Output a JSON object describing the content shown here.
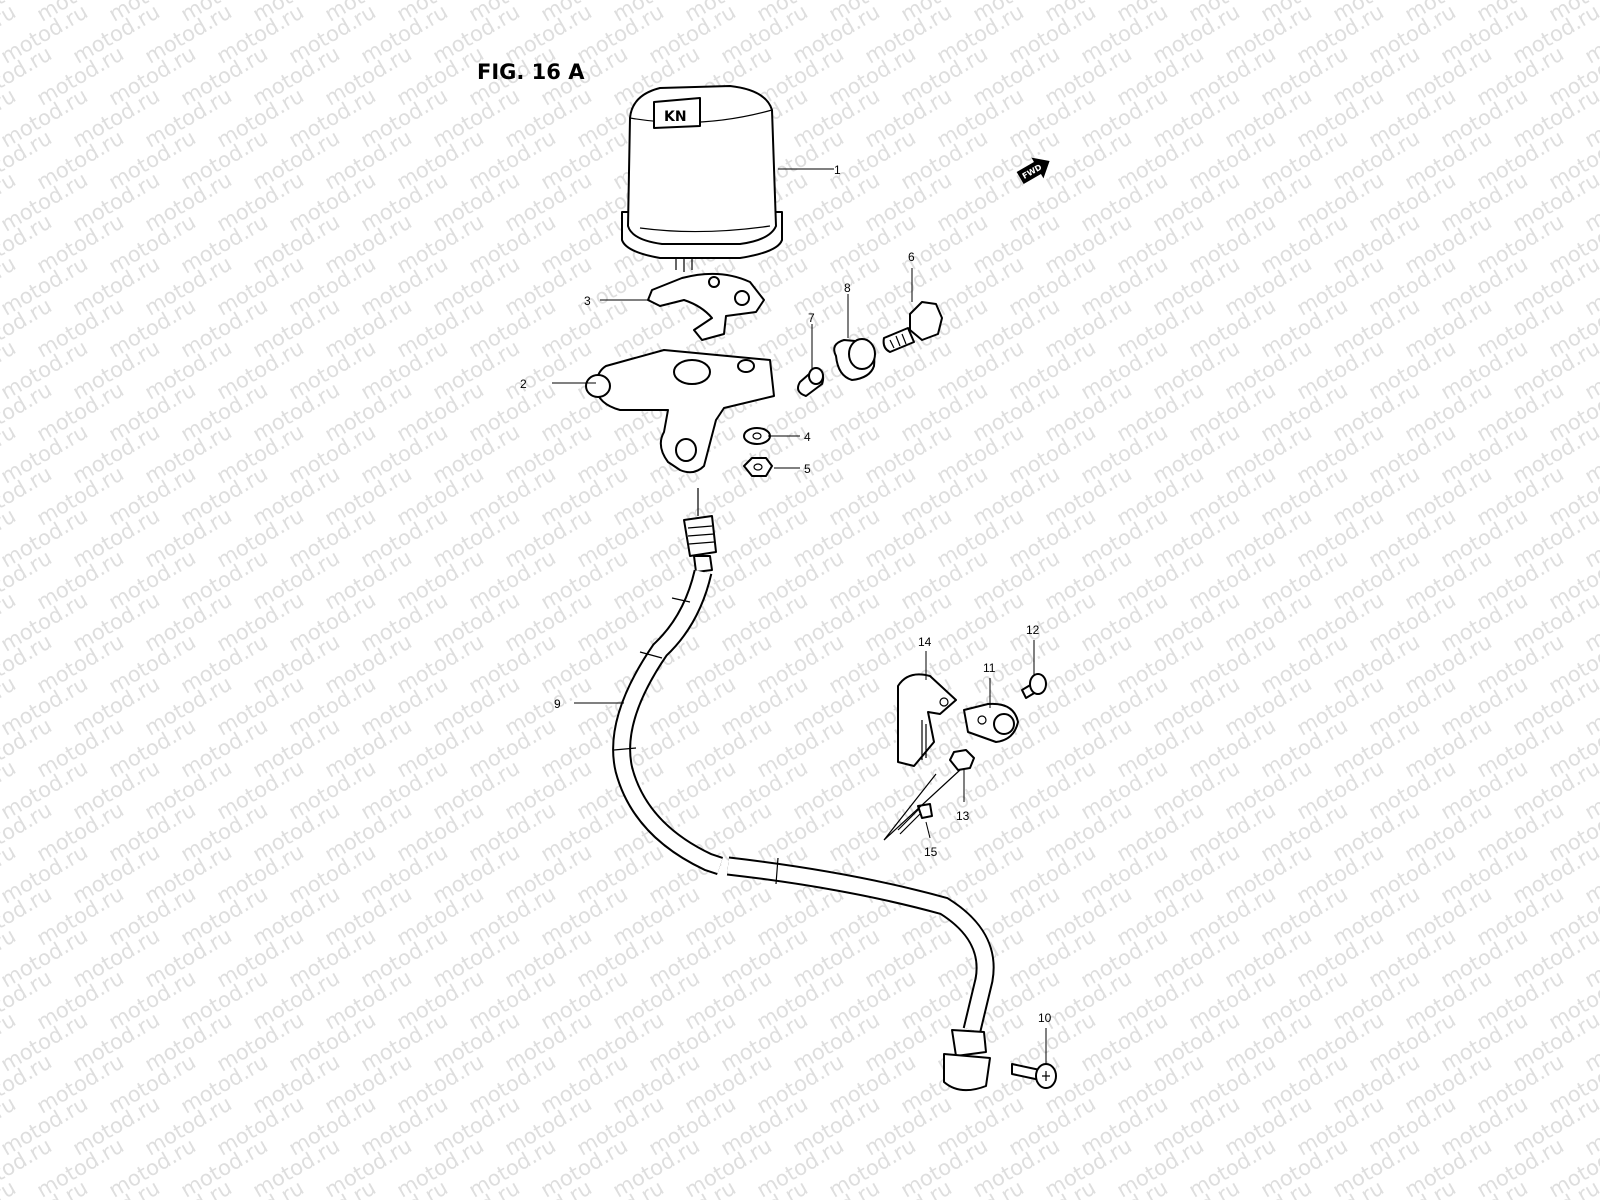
{
  "figure": {
    "title": "FIG. 16 A"
  },
  "watermark": {
    "text": "motod.ru"
  },
  "fwd_arrow": {
    "label": "FWD"
  },
  "callouts": [
    {
      "id": "c1",
      "label": "1"
    },
    {
      "id": "c2",
      "label": "2"
    },
    {
      "id": "c3",
      "label": "3"
    },
    {
      "id": "c4",
      "label": "4"
    },
    {
      "id": "c5",
      "label": "5"
    },
    {
      "id": "c6",
      "label": "6"
    },
    {
      "id": "c7",
      "label": "7"
    },
    {
      "id": "c8",
      "label": "8"
    },
    {
      "id": "c9",
      "label": "9"
    },
    {
      "id": "c10",
      "label": "10"
    },
    {
      "id": "c11",
      "label": "11"
    },
    {
      "id": "c12",
      "label": "12"
    },
    {
      "id": "c13",
      "label": "13"
    },
    {
      "id": "c14",
      "label": "14"
    },
    {
      "id": "c15",
      "label": "15"
    }
  ],
  "colors": {
    "line": "#000000",
    "watermark": "#dedede",
    "background": "#ffffff"
  }
}
